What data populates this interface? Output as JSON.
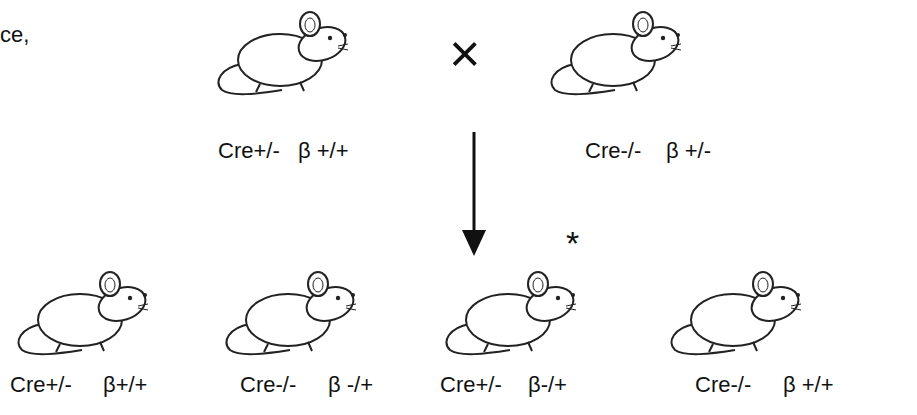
{
  "diagram": {
    "labels": [
      "ce,",
      "×",
      "Cre+/-",
      "β +/+",
      "Cre-/-",
      "β +/-",
      "*",
      "Cre+/-",
      "β+/+",
      "Cre-/-",
      "β -/+",
      "Cre+/-",
      "β-/+",
      "Cre-/-",
      "β +/+"
    ]
  }
}
